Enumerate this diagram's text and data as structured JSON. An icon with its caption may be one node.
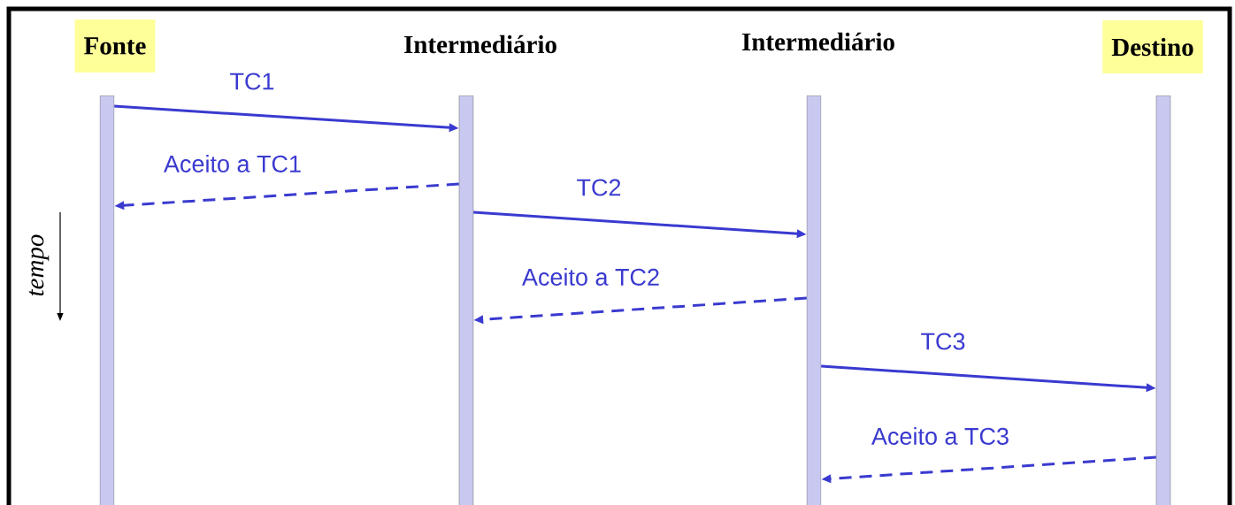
{
  "diagram": {
    "nodes": [
      {
        "text": [
          "Fonte"
        ]
      },
      {
        "text": [
          "Intermediário"
        ]
      },
      {
        "text": [
          "Intermediário"
        ]
      },
      {
        "text": [
          "Destino"
        ]
      },
      {
        "text": [],
        "shape": "bar"
      },
      {
        "text": [],
        "shape": "bar"
      },
      {
        "text": [],
        "shape": "bar"
      },
      {
        "text": [],
        "shape": "bar"
      }
    ],
    "edges": [
      {
        "from": 4,
        "to": 5,
        "arrow": "to",
        "label": "TC1"
      },
      {
        "from": 5,
        "to": 4,
        "arrow": "to",
        "label": "Aceito a TC1",
        "style": "dashed"
      },
      {
        "from": 5,
        "to": 6,
        "arrow": "to",
        "label": "TC2"
      },
      {
        "from": 6,
        "to": 5,
        "arrow": "to",
        "label": "Aceito a TC2",
        "style": "dashed"
      },
      {
        "from": 6,
        "to": 7,
        "arrow": "to",
        "label": "TC3"
      },
      {
        "from": 7,
        "to": 6,
        "arrow": "to",
        "label": "Aceito a TC3",
        "style": "dashed"
      }
    ],
    "labels": [
      "tempo"
    ]
  }
}
